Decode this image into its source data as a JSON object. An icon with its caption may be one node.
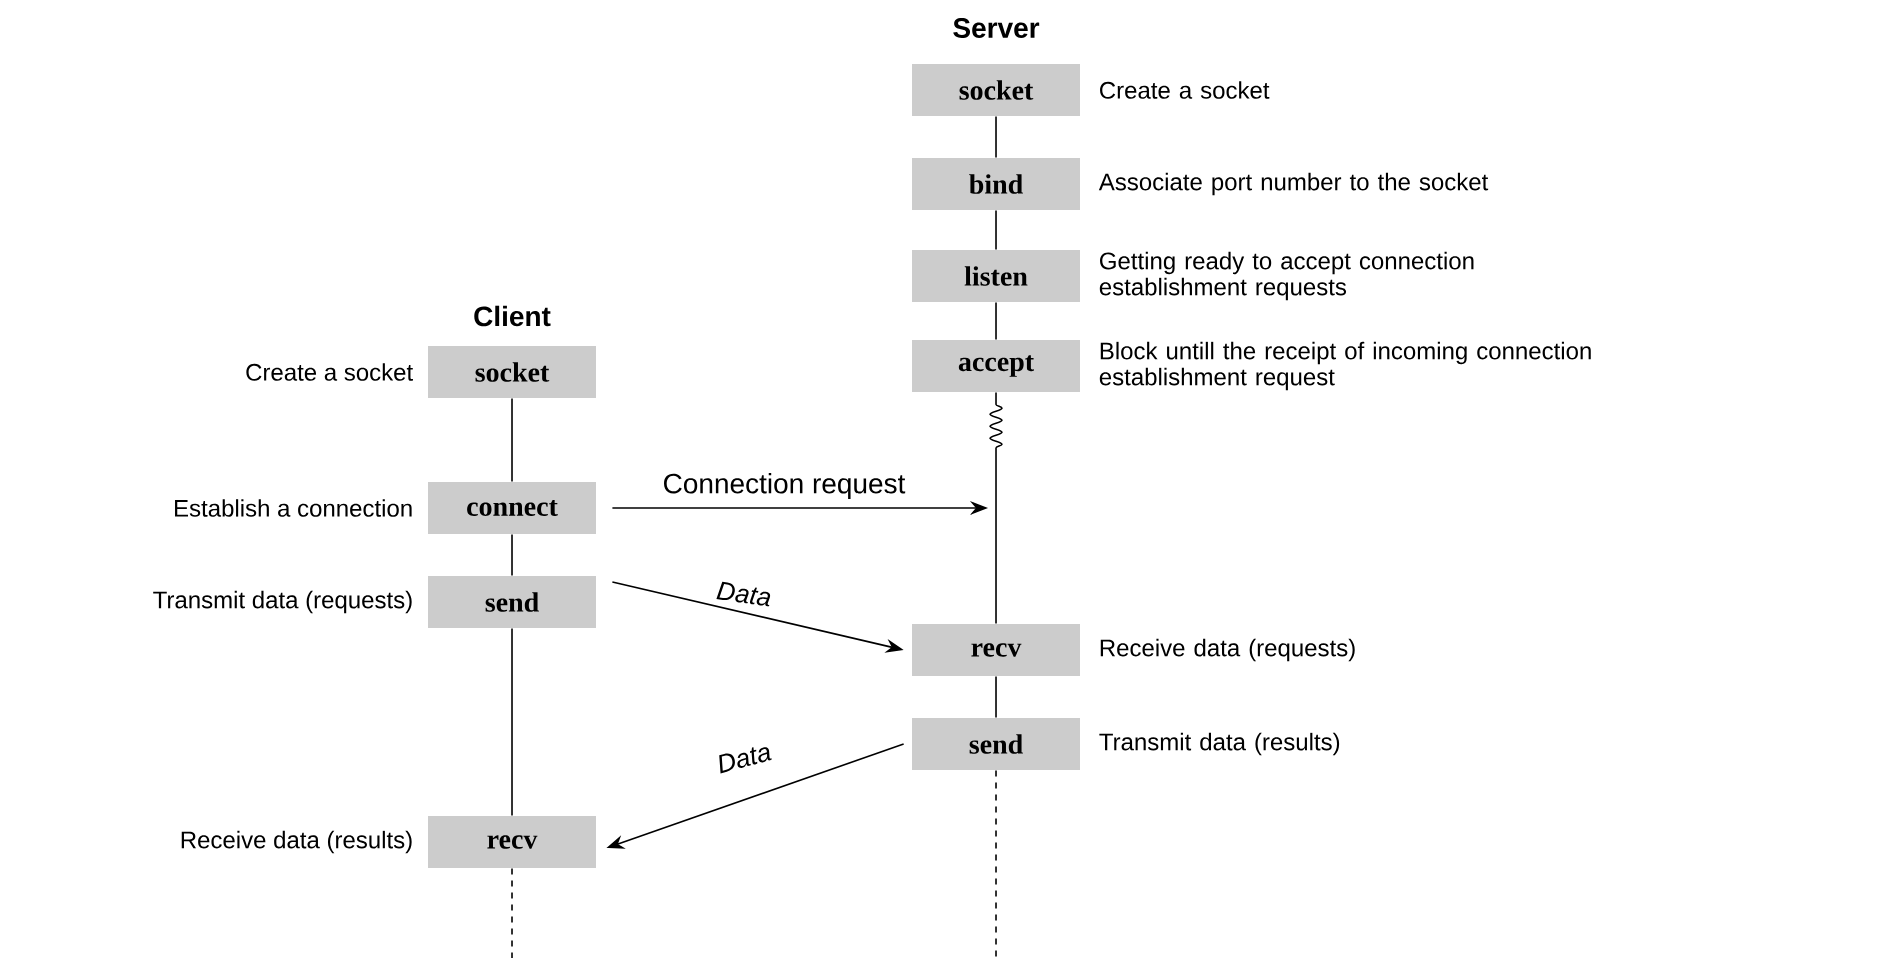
{
  "diagram": {
    "nodes": [
      {
        "text": [
          "socket"
        ],
        "beside": [
          "Create a socket"
        ]
      },
      {
        "text": [
          "bind"
        ],
        "beside": [
          "Associate port number to the socket"
        ]
      },
      {
        "text": [
          "listen"
        ],
        "beside": [
          "Getting ready to accept connection establishment requests"
        ]
      },
      {
        "text": [
          "accept"
        ],
        "beside": [
          "Block untill the receipt of incoming connection establishment request"
        ]
      },
      {
        "text": [
          "socket"
        ],
        "beside": [
          "Create a socket"
        ]
      },
      {
        "text": [
          "connect"
        ],
        "beside": [
          "Establish a connection"
        ]
      },
      {
        "text": [
          "send"
        ],
        "beside": [
          "Transmit data (requests)"
        ]
      },
      {
        "text": [
          "recv"
        ],
        "beside": [
          "Receive data (requests)"
        ]
      },
      {
        "text": [
          "send"
        ],
        "beside": [
          "Transmit data (results)"
        ]
      },
      {
        "text": [
          "recv"
        ],
        "beside": [
          "Receive data (results)"
        ]
      }
    ],
    "edges": [
      {
        "from": 0,
        "to": 1,
        "arrow": "none"
      },
      {
        "from": 1,
        "to": 2,
        "arrow": "none"
      },
      {
        "from": 2,
        "to": 3,
        "arrow": "none"
      },
      {
        "from": 3,
        "to": 7,
        "arrow": "none"
      },
      {
        "from": 7,
        "to": 8,
        "arrow": "none"
      },
      {
        "from": 8,
        "to": null,
        "arrow": "none",
        "style": "dashed"
      },
      {
        "from": 4,
        "to": 5,
        "arrow": "none"
      },
      {
        "from": 5,
        "to": 6,
        "arrow": "none"
      },
      {
        "from": 6,
        "to": 9,
        "arrow": "none"
      },
      {
        "from": 9,
        "to": null,
        "arrow": "none",
        "style": "dashed"
      },
      {
        "from": 5,
        "to": null,
        "arrow": "to",
        "label": "Connection request"
      },
      {
        "from": 6,
        "to": 7,
        "arrow": "to",
        "label": "Data"
      },
      {
        "from": 8,
        "to": 9,
        "arrow": "to",
        "label": "Data"
      }
    ],
    "labels": [
      "Server",
      "Client"
    ]
  }
}
